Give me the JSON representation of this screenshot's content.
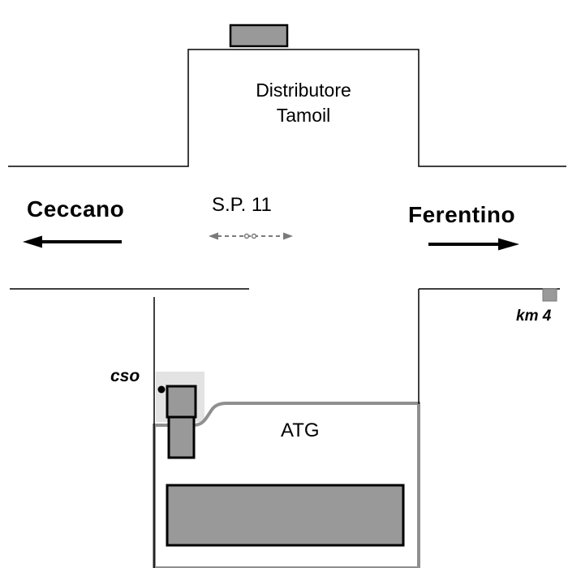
{
  "labels": {
    "station_line1": "Distributore",
    "station_line2": "Tamoil",
    "destination_left": "Ceccano",
    "road_name": "S.P. 11",
    "destination_right": "Ferentino",
    "km_marker": "km 4",
    "junction": "cso",
    "site": "ATG"
  },
  "colors": {
    "building_fill": "#999999",
    "plot_fill": "#e3e3e3",
    "atg_boundary": "#8f8f8f",
    "line": "#000000",
    "dashed_arrow": "#7a7a7a"
  }
}
